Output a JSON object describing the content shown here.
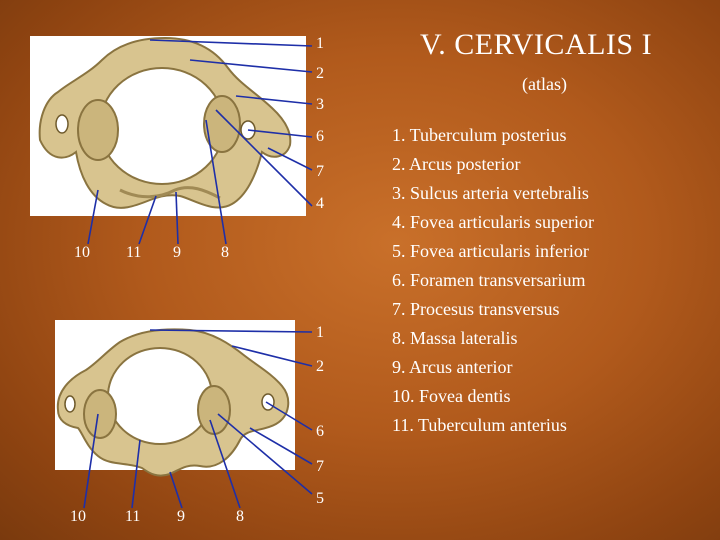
{
  "title": "V. CERVICALIS  I",
  "subtitle": "(atlas)",
  "legend": [
    "1. Tuberculum posterius",
    "2. Arcus posterior",
    "3. Sulcus arteria vertebralis",
    "4. Fovea articularis superior",
    "5. Fovea articularis inferior",
    "6. Foramen transversarium",
    "7. Procesus transversus",
    "8. Massa lateralis",
    "9. Arcus anterior",
    "10. Fovea dentis",
    "11. Tuberculum  anterius"
  ],
  "top_figure": {
    "right_labels": [
      "1",
      "2",
      "3",
      "6",
      "7",
      "4"
    ],
    "bottom_labels": [
      "10",
      "11",
      "9",
      "8"
    ]
  },
  "bottom_figure": {
    "right_labels": [
      "1",
      "2",
      "6",
      "7",
      "5"
    ],
    "bottom_labels": [
      "10",
      "11",
      "9",
      "8"
    ]
  },
  "colors": {
    "background": "#b15a1c",
    "bone": "#d8c48f",
    "bone_shadow": "#a08a55",
    "pointer_line": "#1e2fa8",
    "text": "#ffffff"
  }
}
